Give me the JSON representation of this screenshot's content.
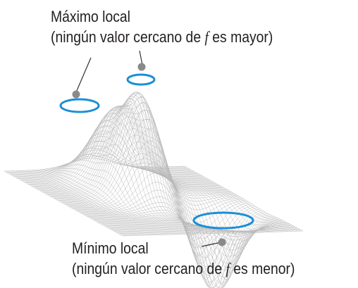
{
  "labels": {
    "max_title": "Máximo local",
    "max_note_pre": "(ningún valor cercano de",
    "max_note_var": "f",
    "max_note_post": "es mayor)",
    "min_title": "Mínimo local",
    "min_note_pre": "(ningún valor cercano de",
    "min_note_var": "f",
    "min_note_post": "es menor)"
  },
  "colors": {
    "mesh": "#b8b8b8",
    "ring": "#1a8fd6",
    "point": "#8a8a8a",
    "text": "#231f20"
  }
}
